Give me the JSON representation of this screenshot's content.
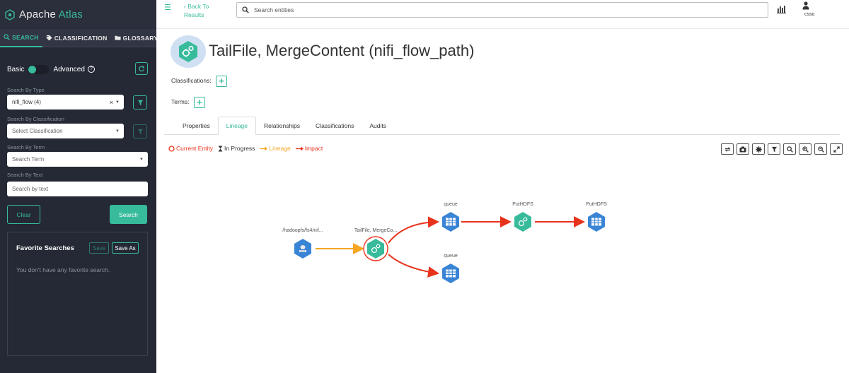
{
  "app": {
    "name_prefix": "Apache",
    "name_accent": "Atlas"
  },
  "sidebar": {
    "tabs": [
      {
        "label": "SEARCH",
        "icon": "search-icon"
      },
      {
        "label": "CLASSIFICATION",
        "icon": "tag-icon"
      },
      {
        "label": "GLOSSARY",
        "icon": "folder-icon"
      }
    ],
    "basic_label": "Basic",
    "advanced_label": "Advanced",
    "search_by_type_label": "Search By Type",
    "type_value": "nifi_flow (4)",
    "search_by_classification_label": "Search By Classification",
    "classification_placeholder": "Select Classification",
    "search_by_term_label": "Search By Term",
    "term_placeholder": "Search Term",
    "search_by_text_label": "Search By Text",
    "text_placeholder": "Search by text",
    "clear_label": "Clear",
    "search_label": "Search",
    "favorites": {
      "title": "Favorite Searches",
      "save_label": "Save",
      "save_as_label": "Save As",
      "empty_text": "You don't have any favorite search."
    }
  },
  "topbar": {
    "back_line1": "Back To",
    "back_line2": "Results",
    "search_placeholder": "Search entities",
    "user_name": "csso"
  },
  "entity": {
    "title": "TailFile, MergeContent (nifi_flow_path)",
    "classifications_label": "Classifications:",
    "terms_label": "Terms:"
  },
  "tabs": [
    {
      "label": "Properties",
      "active": false
    },
    {
      "label": "Lineage",
      "active": true
    },
    {
      "label": "Relationships",
      "active": false
    },
    {
      "label": "Classifications",
      "active": false
    },
    {
      "label": "Audits",
      "active": false
    }
  ],
  "legend": {
    "current_entity": "Current Entity",
    "in_progress": "In Progress",
    "lineage": "Lineage",
    "impact": "Impact"
  },
  "lineage_nodes": [
    {
      "id": "hdfs",
      "label": "/hadoopfs/fs4/nif...",
      "kind": "hdfs-icon"
    },
    {
      "id": "process",
      "label": "TailFile, MergeCo...",
      "kind": "process-gear-icon",
      "current": true
    },
    {
      "id": "queue1",
      "label": "queue",
      "kind": "table-icon"
    },
    {
      "id": "queue2",
      "label": "queue",
      "kind": "table-icon"
    },
    {
      "id": "puthdfs_proc",
      "label": "PutHDFS",
      "kind": "process-gear-icon"
    },
    {
      "id": "puthdfs_out",
      "label": "PutHDFS",
      "kind": "table-icon"
    }
  ],
  "colors": {
    "accent": "#37bb9b",
    "sidebar_bg": "#323544",
    "lineage_edge": "#f5a623",
    "impact_edge": "#e8331c",
    "dataset_node": "#3a84d6",
    "process_node": "#37bb9b"
  }
}
